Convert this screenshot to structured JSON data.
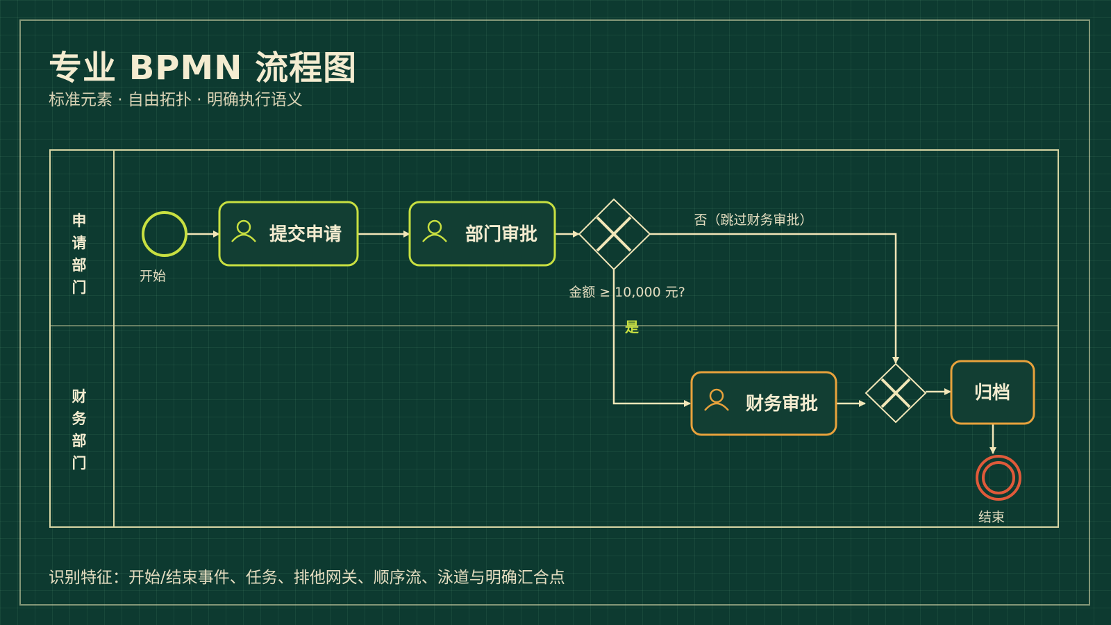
{
  "header": {
    "title": "专业 BPMN 流程图",
    "subtitle": "标准元素 · 自由拓扑 · 明确执行语义"
  },
  "lanes": [
    {
      "name": "申请部门",
      "chars": [
        "申",
        "请",
        "部",
        "门"
      ]
    },
    {
      "name": "财务部门",
      "chars": [
        "财",
        "务",
        "部",
        "门"
      ]
    }
  ],
  "events": {
    "start_label": "开始",
    "end_label": "结束"
  },
  "tasks": {
    "submit": "提交申请",
    "dept_approve": "部门审批",
    "finance_approve": "财务审批",
    "archive": "归档"
  },
  "gateway": {
    "condition": "金额 ≥ 10,000 元?",
    "yes_label": "是",
    "no_label": "否（跳过财务审批）"
  },
  "footer": {
    "note": "识别特征：开始/结束事件、任务、排他网关、顺序流、泳道与明确汇合点"
  },
  "colors": {
    "background": "#0d3a30",
    "line": "#f2e6b8",
    "lane_border": "#d8d6a4",
    "applicant_accent": "#c8e041",
    "finance_accent": "#e8a23c",
    "end_event": "#e05a3a"
  }
}
